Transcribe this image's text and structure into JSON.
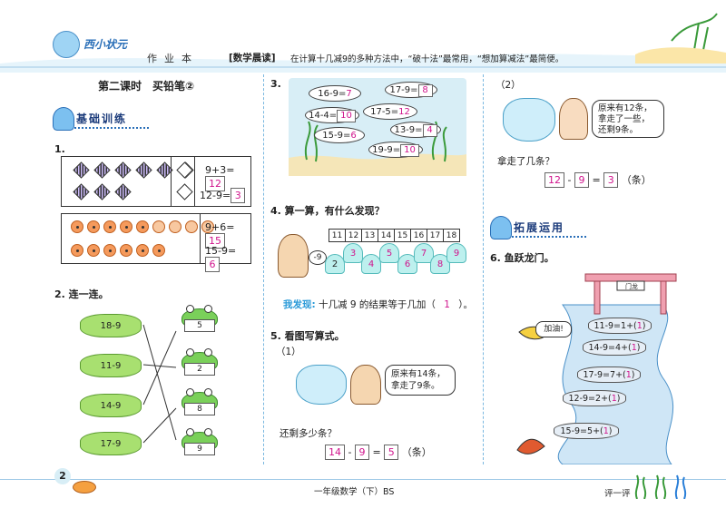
{
  "header": {
    "logo": "西小状元",
    "tag": "作业本",
    "reading_label": "[数学晨读]",
    "reading_text": "在计算十几减9的多种方法中，“破十法”最常用，“想加算减法”最简便。"
  },
  "lesson_title": "第二课时　买铅笔②",
  "sections": {
    "basic": "基础训练",
    "extend": "拓展运用"
  },
  "q1": {
    "num": "1.",
    "row1": {
      "eq1_left": "9+3=",
      "eq1_ans": "12",
      "eq2_left": "12-9=",
      "eq2_ans": "3"
    },
    "row2": {
      "eq1_left": "9+6=",
      "eq1_ans": "15",
      "eq2_left": "15-9=",
      "eq2_ans": "6"
    }
  },
  "q2": {
    "title": "2. 连一连。",
    "pads": [
      "18-9",
      "11-9",
      "14-9",
      "17-9"
    ],
    "frogs": [
      "5",
      "2",
      "8",
      "9"
    ]
  },
  "q3": {
    "num": "3.",
    "fish": [
      {
        "left": "16-9=",
        "ans": "7"
      },
      {
        "left": "17-9=",
        "ans": "8"
      },
      {
        "left": "14-4=",
        "ans": "10"
      },
      {
        "left": "17-5=",
        "ans": "12"
      },
      {
        "left": "13-9=",
        "ans": "4"
      },
      {
        "left": "15-9=",
        "ans": "6"
      },
      {
        "left": "19-9=",
        "ans": "10"
      }
    ]
  },
  "q4": {
    "title": "4. 算一算，有什么发现？",
    "op": "-9",
    "table": [
      "11",
      "12",
      "13",
      "14",
      "15",
      "16",
      "17",
      "18"
    ],
    "results": [
      "2",
      "3",
      "4",
      "5",
      "6",
      "7",
      "8",
      "9"
    ],
    "finding_label": "我发现:",
    "finding_text": "十几减 9 的结果等于几加（",
    "finding_ans": "1",
    "finding_end": "）。"
  },
  "q5": {
    "title": "5. 看图写算式。",
    "p1": {
      "num": "（1）",
      "speech": "原来有14条，拿走了9条。",
      "question": "还剩多少条？",
      "a": "14",
      "op1": "-",
      "b": "9",
      "op2": "=",
      "c": "5",
      "unit": "（条）"
    },
    "p2": {
      "num": "（2）",
      "speech": "原来有12条，拿走了一些，还剩9条。",
      "question": "拿走了几条？",
      "a": "12",
      "op1": "-",
      "b": "9",
      "op2": "=",
      "c": "3",
      "unit": "（条）"
    }
  },
  "q6": {
    "title": "6. 鱼跃龙门。",
    "gate": "门龙",
    "bird": "加油!",
    "steps": [
      {
        "left": "11-9=1+(",
        "ans": "1",
        "end": ")"
      },
      {
        "left": "14-9=4+(",
        "ans": "1",
        "end": ")"
      },
      {
        "left": "17-9=7+(",
        "ans": "1",
        "end": ")"
      },
      {
        "left": "12-9=2+(",
        "ans": "1",
        "end": ")"
      },
      {
        "left": "15-9=5+(",
        "ans": "1",
        "end": ")"
      }
    ]
  },
  "footer": {
    "page": "2",
    "book": "一年级数学（下）BS",
    "review": "评一评"
  }
}
